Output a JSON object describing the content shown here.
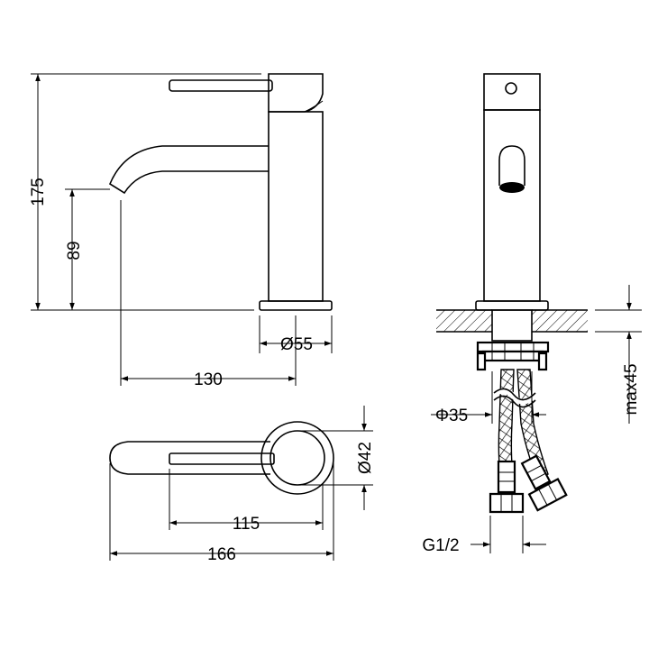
{
  "dimensions": {
    "total_height": "175",
    "spout_height": "89",
    "base_diameter": "Ø55",
    "spout_reach": "130",
    "pipe_diameter": "Φ35",
    "max_thickness": "max45",
    "body_diameter": "Ø42",
    "handle_reach": "115",
    "total_length": "166",
    "thread": "G1/2"
  }
}
